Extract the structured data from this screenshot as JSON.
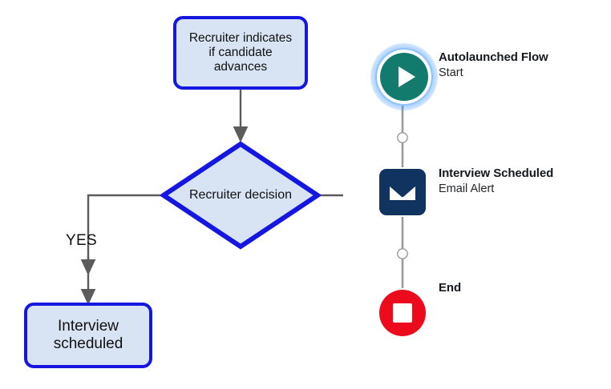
{
  "flowchart": {
    "nodes": [
      {
        "id": "recruiter-indicates",
        "text": "Recruiter indicates if candidate advances",
        "shape": "rounded-rect"
      },
      {
        "id": "recruiter-decision",
        "text": "Recruiter decision",
        "shape": "diamond"
      },
      {
        "id": "interview-scheduled",
        "text": "Interview scheduled",
        "shape": "rounded-rect"
      }
    ],
    "branch_label_yes": "YES",
    "colors": {
      "node_fill": "#d8e4f4",
      "node_border": "#1516e0",
      "connector": "#5c5c5c",
      "text": "#111111"
    }
  },
  "flow_panel": {
    "steps": [
      {
        "id": "start",
        "title": "Autolaunched Flow",
        "subtitle": "Start",
        "icon": "play-icon",
        "color": "#137a6e"
      },
      {
        "id": "email",
        "title": "Interview Scheduled",
        "subtitle": "Email Alert",
        "icon": "envelope-icon",
        "color": "#10335f"
      },
      {
        "id": "end",
        "title": "End",
        "subtitle": "",
        "icon": "stop-square-icon",
        "color": "#ec0b1c"
      }
    ],
    "connector_color": "#9a9a9a"
  }
}
